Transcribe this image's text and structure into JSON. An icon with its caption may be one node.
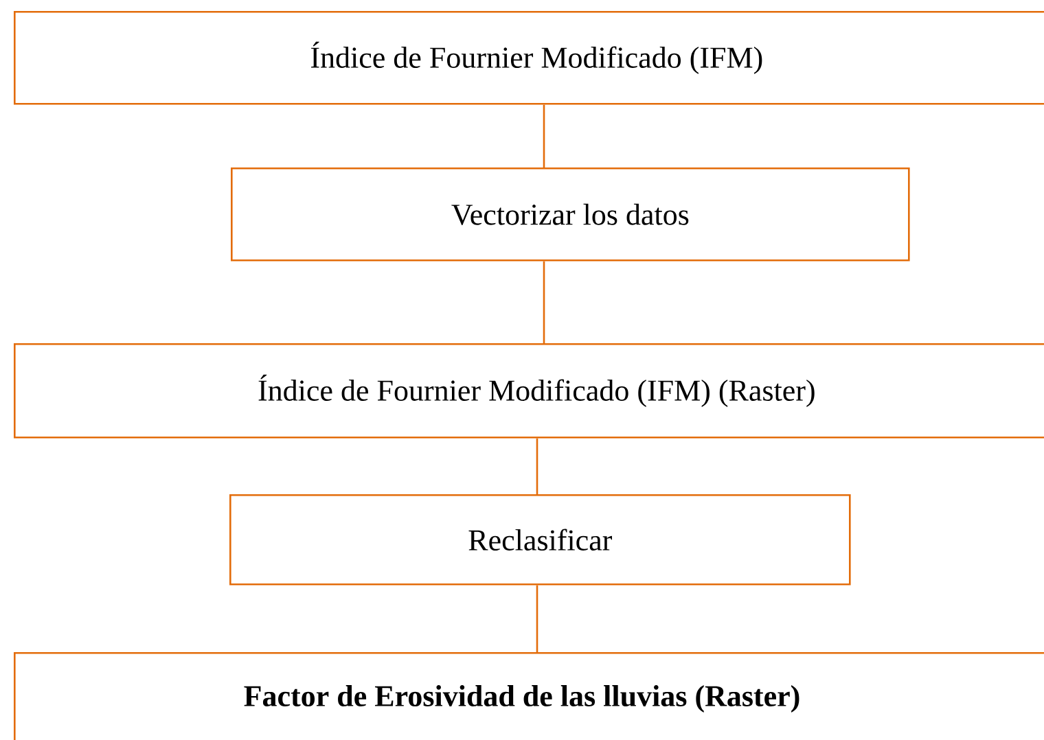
{
  "diagram": {
    "nodes": [
      {
        "text": [
          "Índice de Fournier Modificado (IFM)"
        ]
      },
      {
        "text": [
          "Vectorizar los datos"
        ]
      },
      {
        "text": [
          "Índice de Fournier Modificado (IFM) (Raster)"
        ]
      },
      {
        "text": [
          "Reclasificar"
        ]
      },
      {
        "text": [
          "**Factor de Erosividad de las lluvias (Raster)**"
        ]
      }
    ],
    "edges": [
      {
        "from": 0,
        "to": 1,
        "arrow": "none"
      },
      {
        "from": 1,
        "to": 2,
        "arrow": "none"
      },
      {
        "from": 2,
        "to": 3,
        "arrow": "none"
      },
      {
        "from": 3,
        "to": 4,
        "arrow": "none"
      }
    ]
  }
}
